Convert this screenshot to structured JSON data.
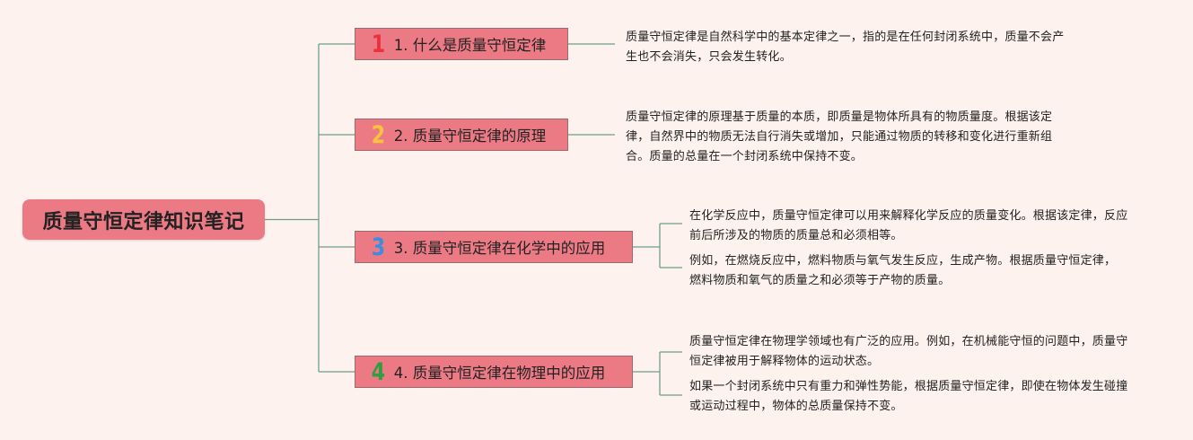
{
  "root": {
    "title": "质量守恒定律知识笔记"
  },
  "branches": [
    {
      "number": "1",
      "number_color": "#e8333f",
      "label": "1. 什么是质量守恒定律",
      "notes": [
        "质量守恒定律是自然科学中的基本定律之一，指的是在任何封闭系统中，质量不会产生也不会消失，只会发生转化。"
      ]
    },
    {
      "number": "2",
      "number_color": "#f7c23c",
      "label": "2. 质量守恒定律的原理",
      "notes": [
        "质量守恒定律的原理基于质量的本质，即质量是物体所具有的物质量度。根据该定律，自然界中的物质无法自行消失或增加，只能通过物质的转移和变化进行重新组合。质量的总量在一个封闭系统中保持不变。"
      ]
    },
    {
      "number": "3",
      "number_color": "#3a8ee0",
      "label": "3. 质量守恒定律在化学中的应用",
      "notes": [
        "在化学反应中，质量守恒定律可以用来解释化学反应的质量变化。根据该定律，反应前后所涉及的物质的质量总和必须相等。",
        "例如，在燃烧反应中，燃料物质与氧气发生反应，生成产物。根据质量守恒定律，燃料物质和氧气的质量之和必须等于产物的质量。"
      ]
    },
    {
      "number": "4",
      "number_color": "#2e9e3e",
      "label": "4. 质量守恒定律在物理中的应用",
      "notes": [
        "质量守恒定律在物理学领域也有广泛的应用。例如，在机械能守恒的问题中，质量守恒定律被用于解释物体的运动状态。",
        "如果一个封闭系统中只有重力和弹性势能，根据质量守恒定律，即使在物体发生碰撞或运动过程中，物体的总质量保持不变。"
      ]
    }
  ],
  "colors": {
    "background": "#fdf2ee",
    "node_fill": "#ec7a85",
    "connector": "#6f9e88"
  }
}
